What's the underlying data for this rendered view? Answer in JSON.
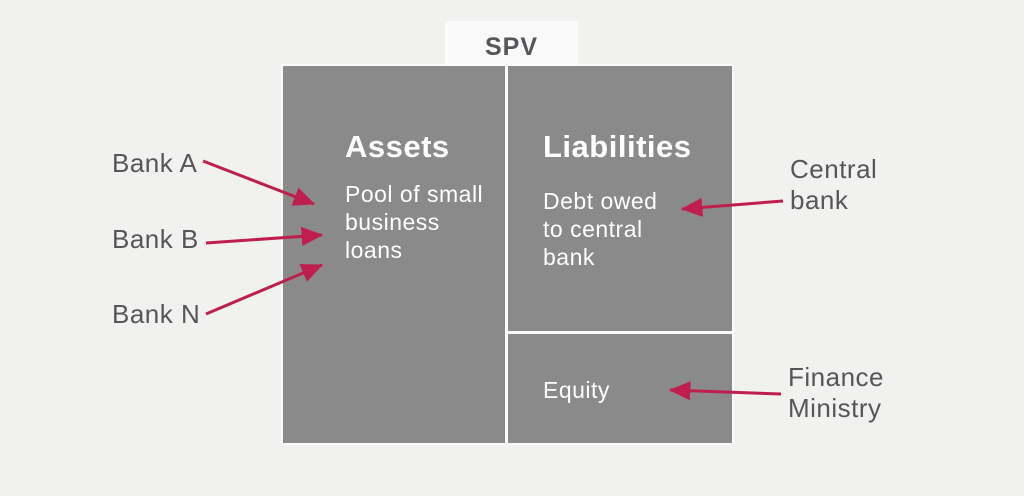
{
  "diagram": {
    "title": "SPV",
    "spv_box": {
      "assets": {
        "heading": "Assets",
        "description": "Pool of small\nbusiness\nloans"
      },
      "liabilities": {
        "heading": "Liabilities",
        "description": "Debt owed\nto central\nbank"
      },
      "equity": {
        "label": "Equity"
      }
    },
    "left_labels": [
      {
        "label": "Bank A"
      },
      {
        "label": "Bank B"
      },
      {
        "label": "Bank N"
      }
    ],
    "right_labels": [
      {
        "label": "Central\nbank"
      },
      {
        "label": "Finance\nMinistry"
      }
    ],
    "connections": [
      {
        "from": "Bank A",
        "to": "Assets"
      },
      {
        "from": "Bank B",
        "to": "Assets"
      },
      {
        "from": "Bank N",
        "to": "Assets"
      },
      {
        "from": "Central bank",
        "to": "Liabilities"
      },
      {
        "from": "Finance Ministry",
        "to": "Equity"
      }
    ],
    "colors": {
      "background": "#f1f1f0",
      "box_fill": "#8a8a8a",
      "divider": "#ffffff",
      "arrow": "#bf1e4e",
      "label_text": "#55565a",
      "box_text": "#ffffff"
    }
  }
}
